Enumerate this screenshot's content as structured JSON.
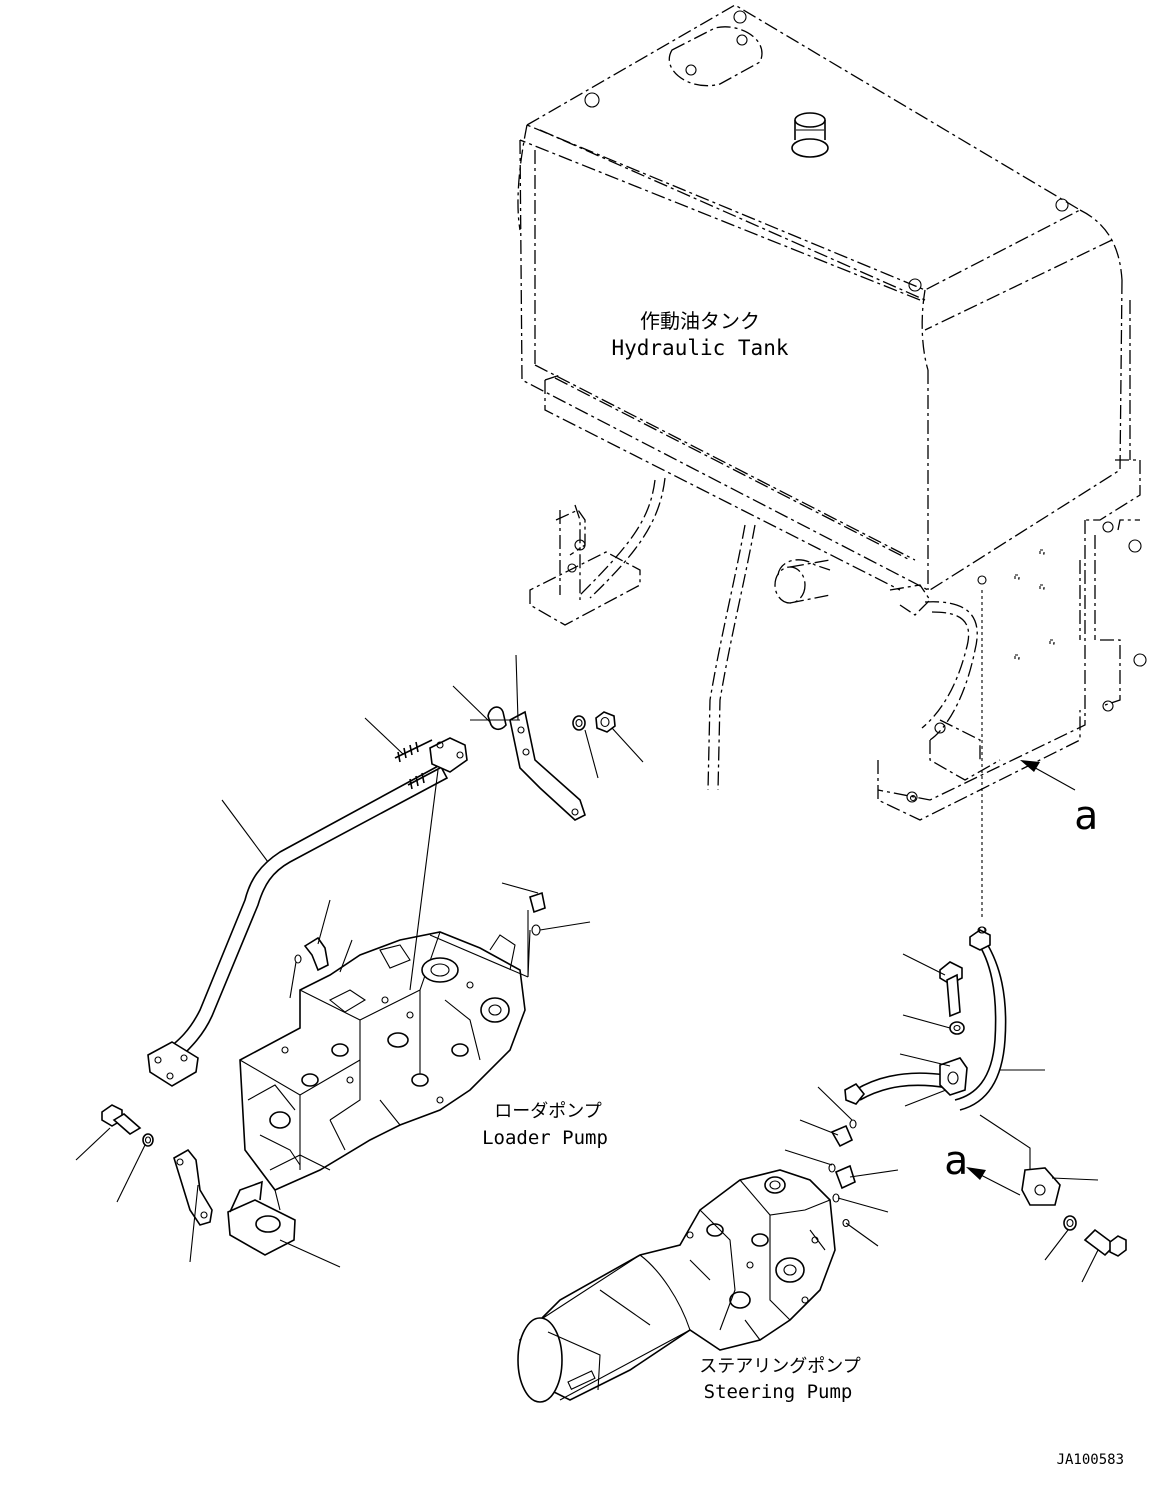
{
  "labels": {
    "tank_jp": "作動油タンク",
    "tank_en": "Hydraulic Tank",
    "loader_jp": "ローダポンプ",
    "loader_en": "Loader Pump",
    "steer_jp": "ステアリングポンプ",
    "steer_en": "Steering Pump",
    "view_a1": "a",
    "view_a2": "a",
    "drawing_no": "JA100583"
  }
}
